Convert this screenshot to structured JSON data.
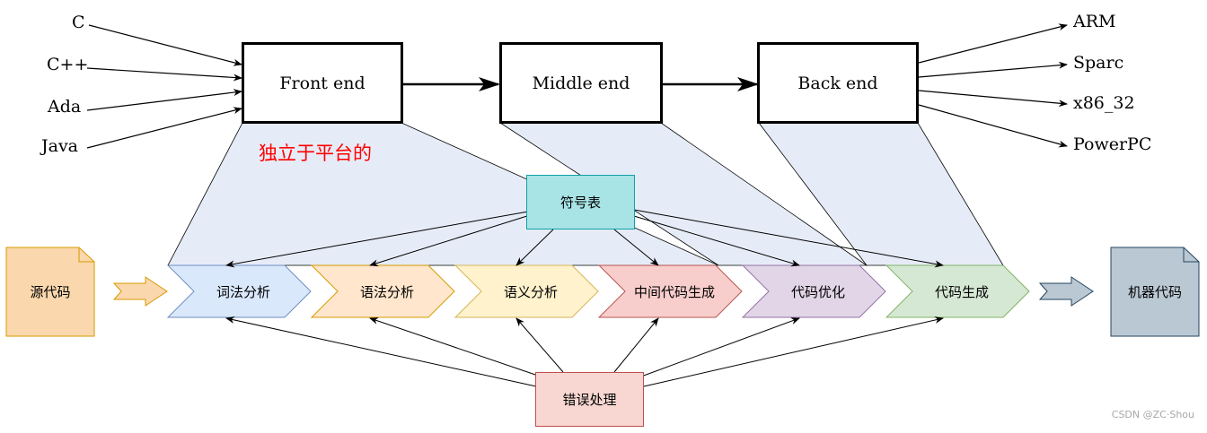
{
  "source_languages": [
    "C",
    "C++",
    "Ada",
    "Java"
  ],
  "stages": {
    "front": "Front end",
    "middle": "Middle end",
    "back": "Back end"
  },
  "targets": [
    "ARM",
    "Sparc",
    "x86_32",
    "PowerPC"
  ],
  "platform_independent": "独立于平台的",
  "symbol_table": "符号表",
  "error_handling": "错误处理",
  "source_code": "源代码",
  "machine_code": "机器代码",
  "phases": [
    "词法分析",
    "语法分析",
    "语义分析",
    "中间代码生成",
    "代码优化",
    "代码生成"
  ],
  "colors": {
    "phase_fills": [
      "#dae8fc",
      "#ffe6cc",
      "#fff2cc",
      "#f8cecc",
      "#e1d5e7",
      "#d5e8d4"
    ],
    "phase_strokes": [
      "#6c8ebf",
      "#d79b00",
      "#d6b656",
      "#b85450",
      "#9673a6",
      "#82b366"
    ],
    "source_fill": "#fad7ac",
    "machine_fill": "#bac8d3",
    "projection": "#e6ecf7",
    "platform_text": "#ff0000"
  },
  "watermark": "CSDN @ZC·Shou"
}
